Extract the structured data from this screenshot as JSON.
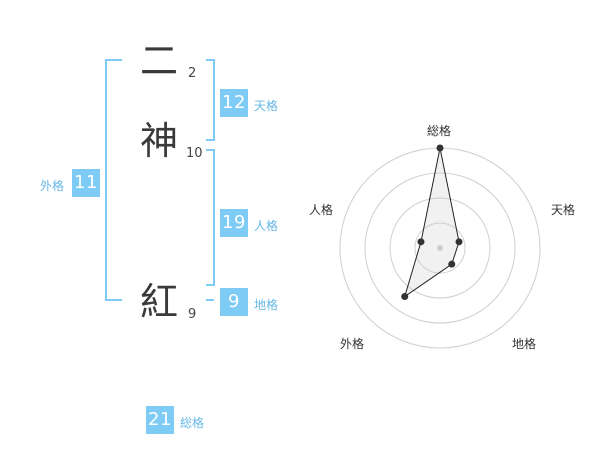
{
  "name": {
    "chars": [
      {
        "char": "二",
        "strokes": "2"
      },
      {
        "char": "神",
        "strokes": "10"
      },
      {
        "char": "紅",
        "strokes": "9"
      }
    ]
  },
  "fortunes": {
    "tenkaku": {
      "value": "12",
      "label": "天格"
    },
    "jinkaku": {
      "value": "19",
      "label": "人格"
    },
    "chikaku": {
      "value": "9",
      "label": "地格"
    },
    "gaikaku": {
      "value": "11",
      "label": "外格"
    },
    "soukaku": {
      "value": "21",
      "label": "総格"
    }
  },
  "colors": {
    "accent": "#7ecbf5",
    "accent_text": "#67b8e6",
    "bracket": "#7ecbf5"
  },
  "chart_data": {
    "type": "radar",
    "axes": [
      "総格",
      "天格",
      "地格",
      "外格",
      "人格"
    ],
    "values": [
      1.0,
      0.2,
      0.2,
      0.6,
      0.2
    ],
    "max": 1.0,
    "rings": 4
  }
}
